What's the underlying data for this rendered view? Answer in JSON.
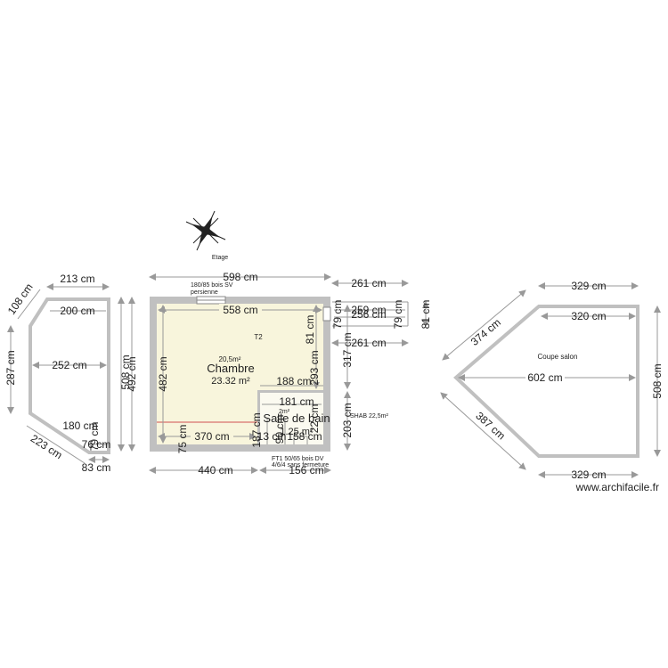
{
  "plan": {
    "level_label": "Etage",
    "compass": "compass-rose",
    "watermark": "www.archifacile.fr",
    "colors": {
      "wall": "#c0c0c0",
      "floor": "#f8f5dc",
      "dimension": "#999999",
      "text": "#222222",
      "accent_line": "#d05050"
    },
    "rooms": {
      "chambre": {
        "name": "Chambre",
        "area": "23.32 m²",
        "small_area": "20,5m²",
        "type": "T2"
      },
      "salle_de_bain": {
        "name": "Salle de bain",
        "area": "1.25 m²",
        "small_area": "2m²"
      },
      "coupe_salon": {
        "name": "Coupe salon"
      }
    },
    "notes": {
      "window_top_1": "180/85 bois SV",
      "window_top_2": "persienne",
      "shab": "SHAB 22,5m²",
      "window_bottom_1": "FT1 50/65 bois DV",
      "window_bottom_2": "4/6/4 sans fermeture"
    },
    "dims": {
      "top_598": "598 cm",
      "inner_558": "558 cm",
      "left_508": "508 cm",
      "left_492": "492 cm",
      "inner_482": "482 cm",
      "bottom_440": "440 cm",
      "bottom_156": "156 cm",
      "inner_370": "370 cm",
      "inner_75": "75 cm",
      "inner_187": "187 cm",
      "inner_13": "13 cm",
      "inner_158": "158 cm",
      "bath_188": "188 cm",
      "bath_181": "181 cm",
      "bath_90": "90 cm",
      "bath_22": "22 cm",
      "right_293": "293 cm",
      "right_81a": "81 cm",
      "right_317": "317 cm",
      "right_203": "203 cm",
      "ext_261a": "261 cm",
      "ext_259": "259 cm",
      "ext_256": "256 cm",
      "ext_79a": "79 cm",
      "ext_79b": "79 cm",
      "ext_81b": "81 cm",
      "ext_261b": "261 cm",
      "left_213": "213 cm",
      "left_200": "200 cm",
      "left_108": "108 cm",
      "left_287": "287 cm",
      "left_252": "252 cm",
      "left_180": "180 cm",
      "left_79": "79 cm",
      "left_76": "76 cm",
      "left_223": "223 cm",
      "left_83": "83 cm",
      "sal_329a": "329 cm",
      "sal_320": "320 cm",
      "sal_374": "374 cm",
      "sal_602": "602 cm",
      "sal_387": "387 cm",
      "sal_508": "508 cm",
      "sal_329b": "329 cm"
    }
  }
}
